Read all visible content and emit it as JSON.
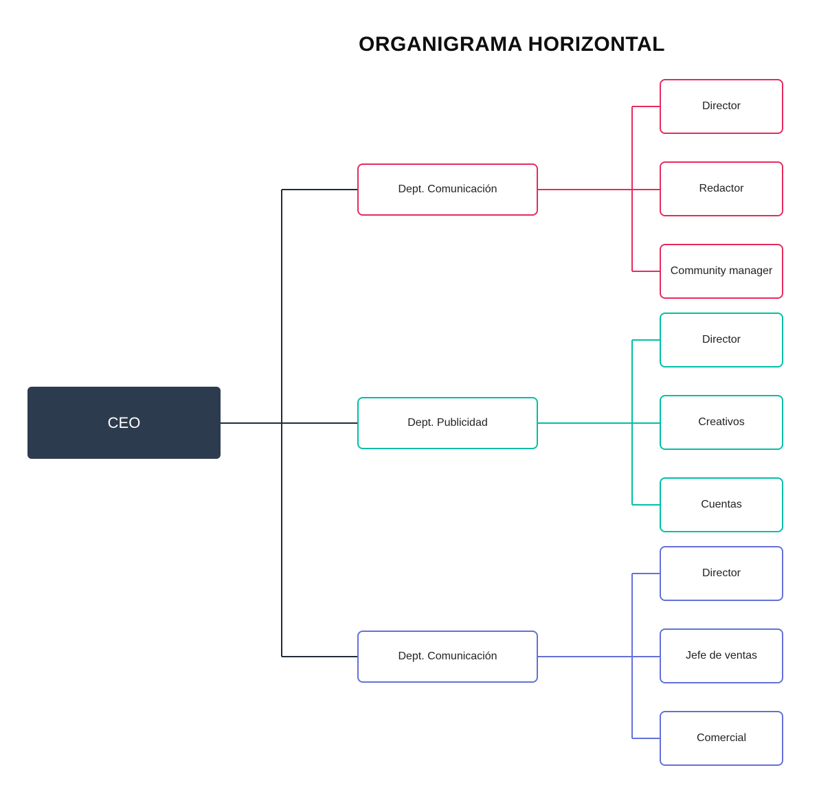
{
  "title": "ORGANIGRAMA HORIZONTAL",
  "root": {
    "label": "CEO",
    "fill": "#2d3b4e",
    "text_color": "#ffffff"
  },
  "connector_color": "#202b38",
  "groups": [
    {
      "dept": "Dept. Comunicación",
      "color": "#e62a5d",
      "children": [
        "Director",
        "Redactor",
        "Community manager"
      ]
    },
    {
      "dept": "Dept. Publicidad",
      "color": "#00bfa6",
      "children": [
        "Director",
        "Creativos",
        "Cuentas"
      ]
    },
    {
      "dept": "Dept. Comunicación",
      "color": "#6370d8",
      "children": [
        "Director",
        "Jefe de ventas",
        "Comercial"
      ]
    }
  ]
}
